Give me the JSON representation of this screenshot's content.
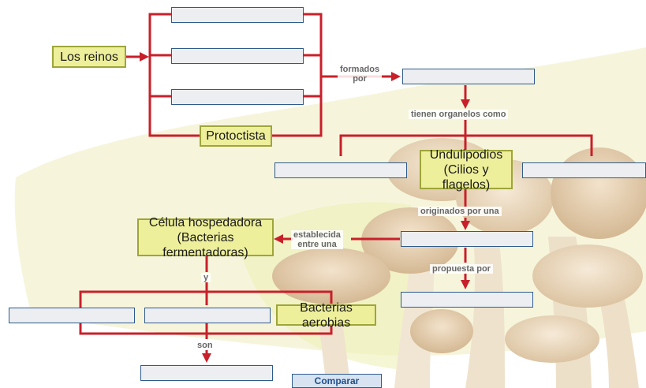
{
  "nodes": {
    "los_reinos": "Los reinos",
    "protoctista": "Protoctista",
    "undulipodios": "Undulipodios\n(Cilios y flagelos)",
    "celula_hospedadora": "Célula hospedadora\n(Bacterias fermentadoras)",
    "bacterias_aerobias": "Bacterias aerobias"
  },
  "connectors": {
    "formados_por": "formados\npor",
    "tienen_organelos": "tienen organelos como",
    "originados_por_una": "originados por una",
    "establecida_entre_una": "establecida\nentre una",
    "propuesta_por": "propuesta por",
    "y": "y",
    "son": "son"
  },
  "buttons": {
    "compare": "Comparar"
  },
  "colors": {
    "line": "#c8202a",
    "node_fill": "#eeef9b",
    "node_border": "#9ea53a",
    "input_border": "#2f5b8a"
  }
}
